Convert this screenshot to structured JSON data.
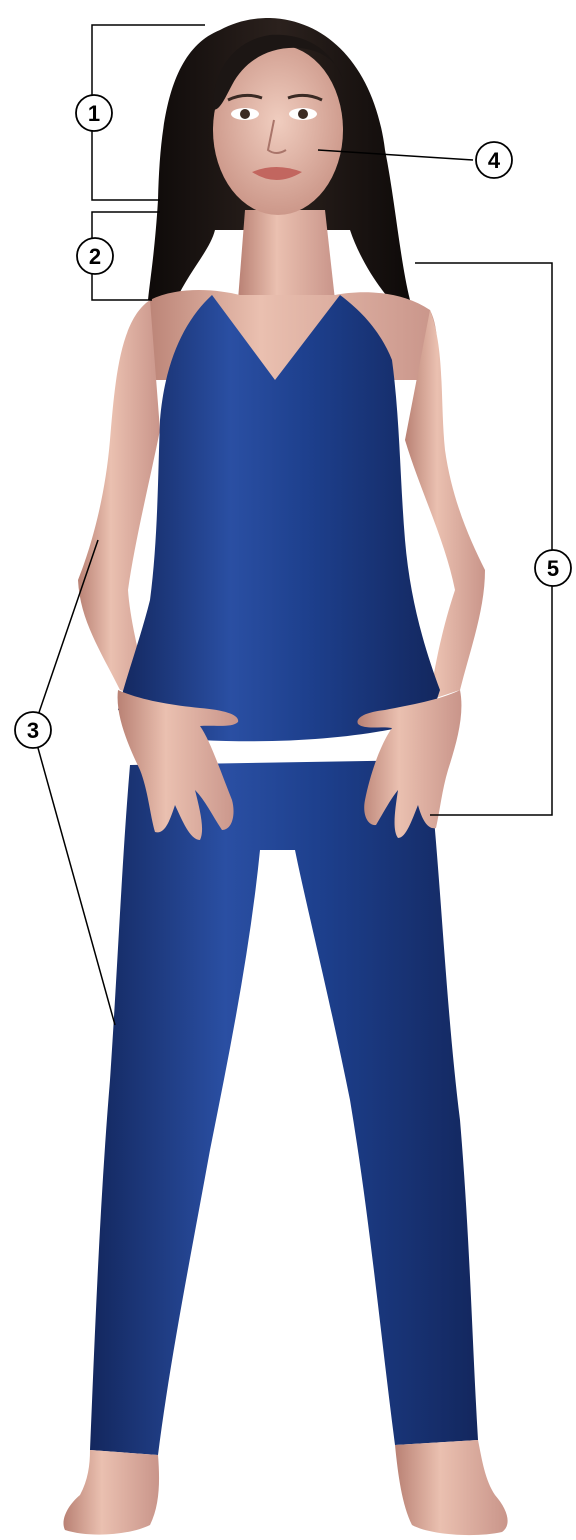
{
  "figure": {
    "subject": "standing-woman-anatomy-figure",
    "colors": {
      "background": "#ffffff",
      "skin": "#e3b3a3",
      "skin_shadow": "#b98174",
      "hair": "#1c1614",
      "clothing": "#1d3f8c",
      "clothing_shadow": "#13275e",
      "clothing_highlight": "#3a64b8",
      "callout_line": "#000000",
      "callout_circle_fill": "#ffffff"
    }
  },
  "callouts": [
    {
      "id": "1",
      "label": "1"
    },
    {
      "id": "2",
      "label": "2"
    },
    {
      "id": "3",
      "label": "3"
    },
    {
      "id": "4",
      "label": "4"
    },
    {
      "id": "5",
      "label": "5"
    }
  ]
}
